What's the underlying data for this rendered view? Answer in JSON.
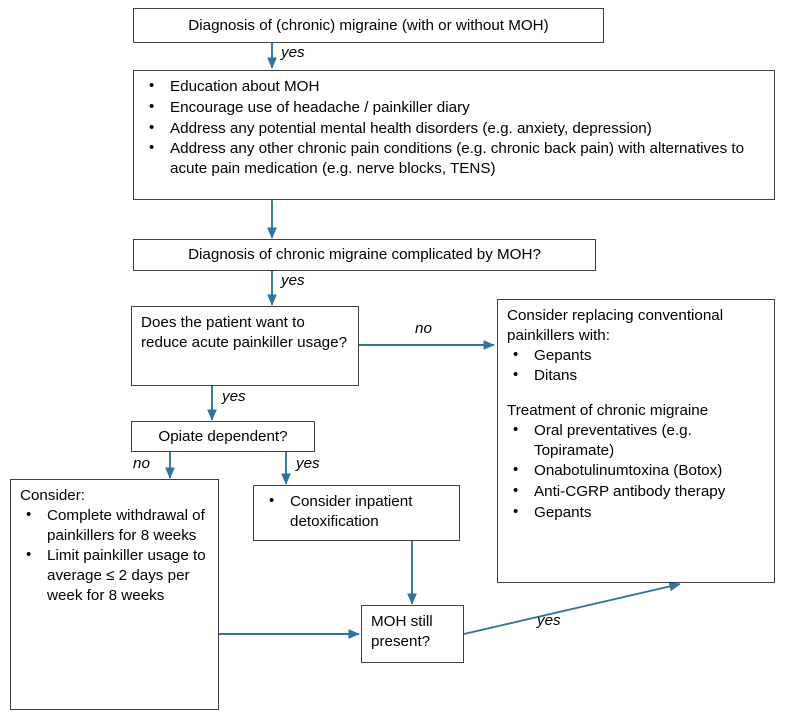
{
  "diagram": {
    "title": "Chronic migraine / MOH management flowchart",
    "accent_color": "#2E74A0",
    "border_color": "#404040",
    "text_color": "#000000",
    "background": "#ffffff"
  },
  "nodes": {
    "diagnosis_top": {
      "text": "Diagnosis of (chronic) migraine (with or without MOH)"
    },
    "education_box": {
      "bullets": [
        "Education about MOH",
        "Encourage use of headache / painkiller diary",
        "Address any potential mental health disorders (e.g. anxiety, depression)",
        "Address any other chronic pain conditions (e.g. chronic back pain) with alternatives to acute pain medication (e.g. nerve blocks, TENS)"
      ]
    },
    "diagnosis_moh": {
      "text": "Diagnosis of chronic migraine complicated by MOH?"
    },
    "reduce_question": {
      "text": "Does the patient want to reduce acute painkiller usage?"
    },
    "opiate_question": {
      "text": "Opiate dependent?"
    },
    "consider_box": {
      "heading": "Consider:",
      "bullets": [
        "Complete withdrawal of painkillers for 8 weeks",
        "Limit painkiller usage to average ≤ 2 days per week for 8 weeks"
      ]
    },
    "detox_box": {
      "bullets": [
        "Consider inpatient detoxification"
      ]
    },
    "moh_still": {
      "text": "MOH still present?"
    },
    "treatment_box": {
      "heading1": "Consider replacing conventional painkillers with:",
      "bullets1": [
        "Gepants",
        "Ditans"
      ],
      "heading2": "Treatment of chronic migraine",
      "bullets2": [
        "Oral preventatives (e.g. Topiramate)",
        "Onabotulinumtoxina (Botox)",
        "Anti-CGRP antibody therapy",
        "Gepants"
      ]
    }
  },
  "edge_labels": {
    "yes_top": "yes",
    "yes_moh": "yes",
    "no_reduce": "no",
    "yes_reduce": "yes",
    "no_opiate": "no",
    "yes_opiate": "yes",
    "yes_moh_still": "yes"
  }
}
